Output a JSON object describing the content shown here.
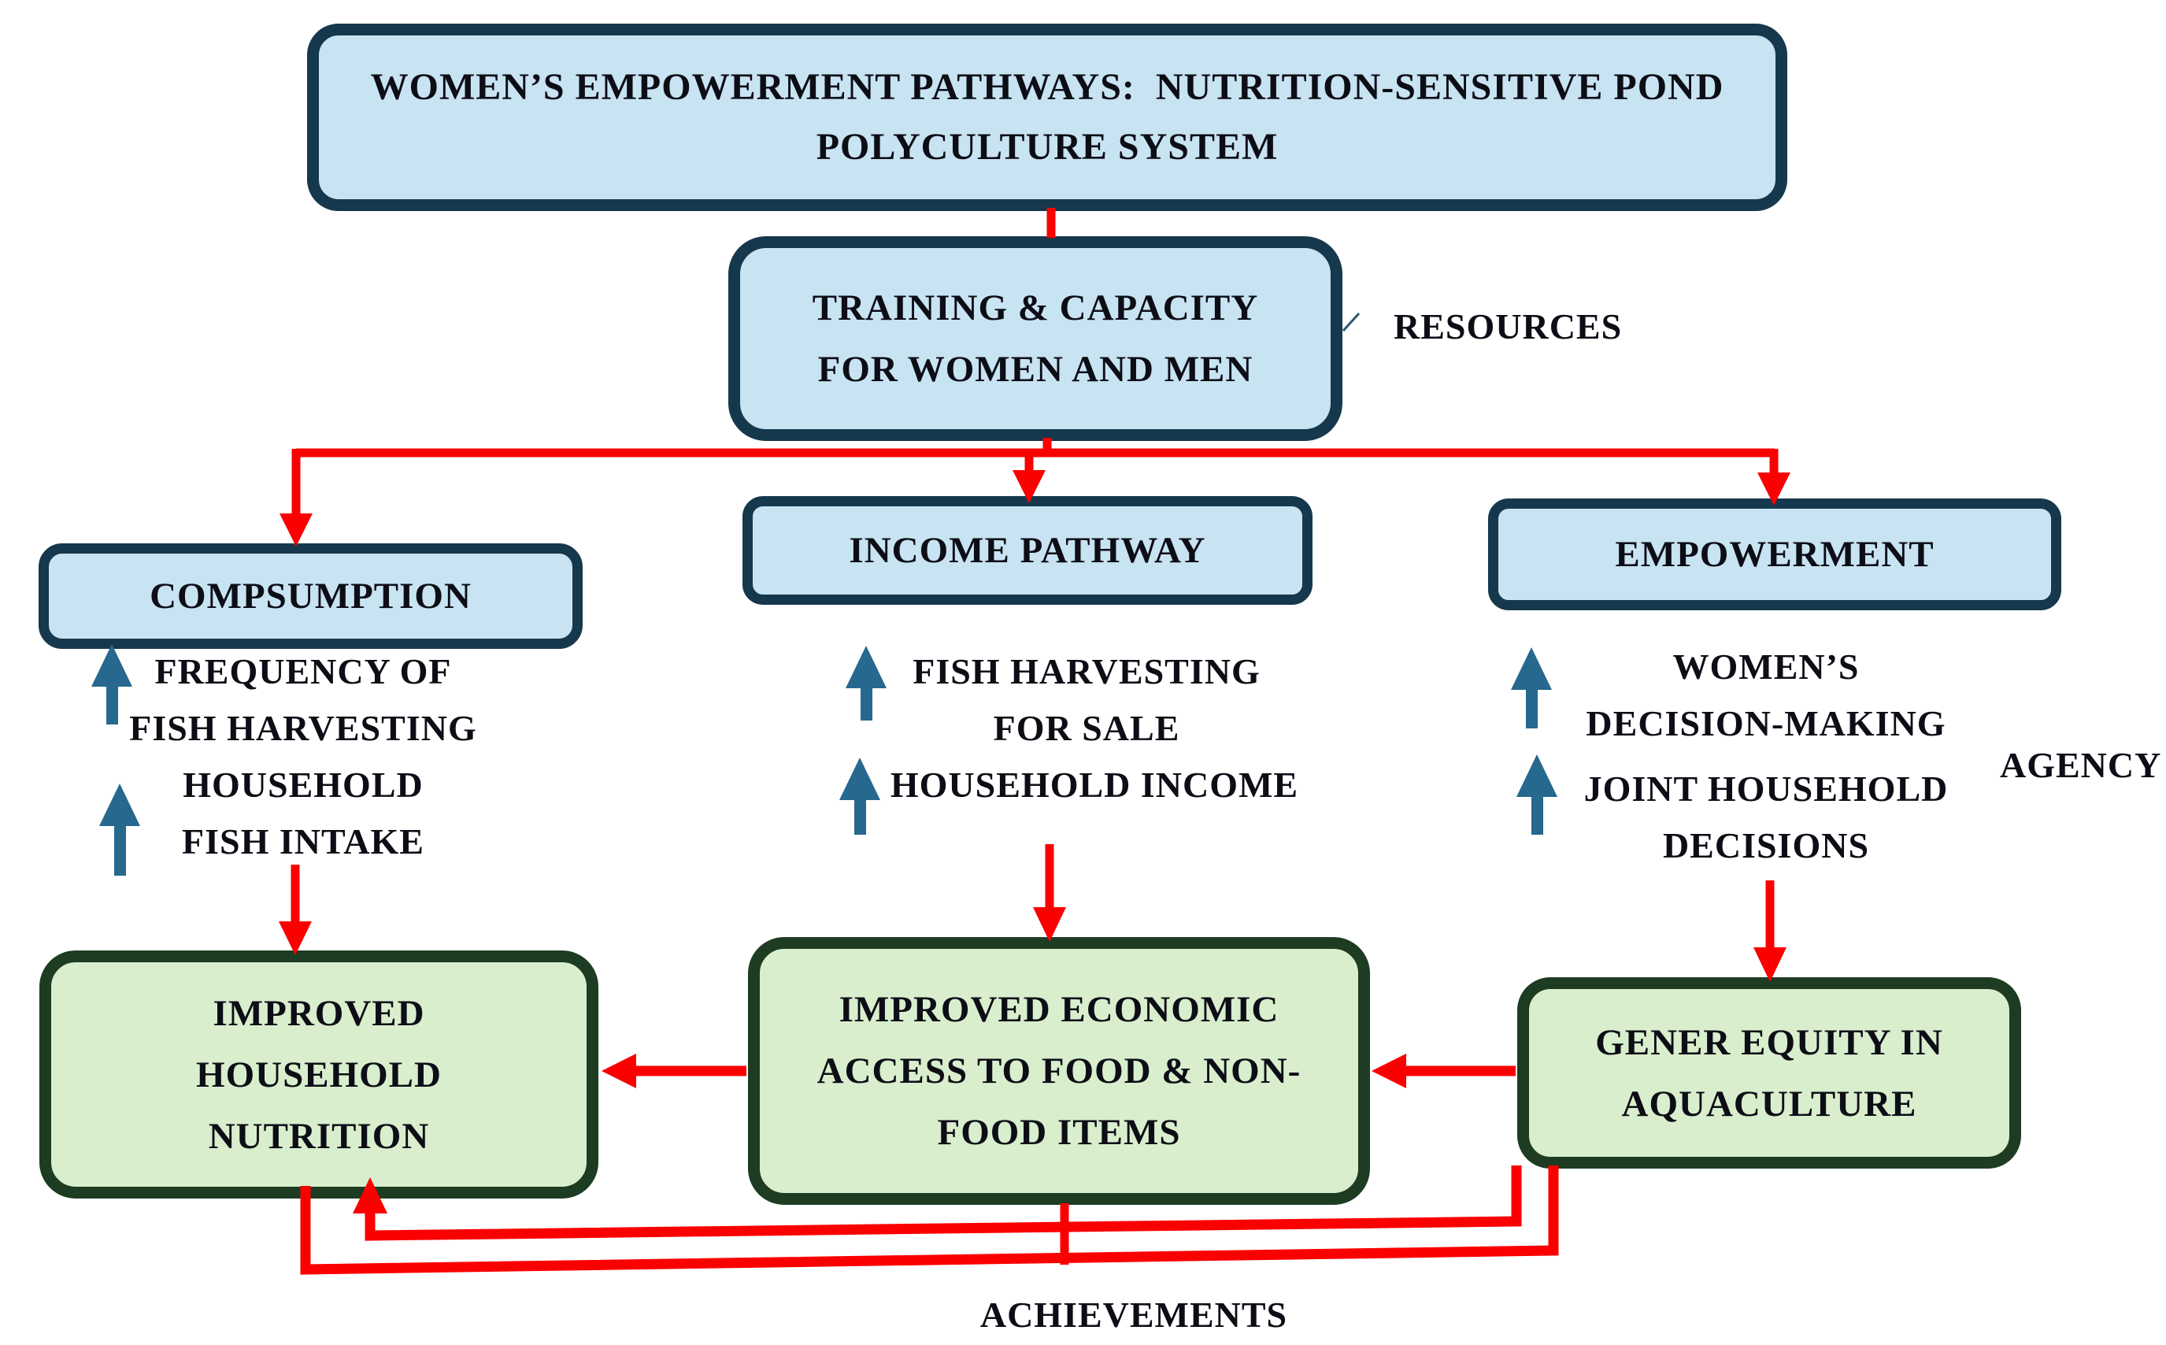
{
  "colors": {
    "pathway_box_fill": "#c8e3f2",
    "pathway_box_border": "#16384c",
    "outcome_box_fill": "#d8eecd",
    "outcome_box_border": "#1d3c22",
    "connector_red": "#fb0000",
    "increase_arrow_blue": "#26688e",
    "text": "#0d0d16",
    "background": "#ffffff"
  },
  "title_box": {
    "line1": "WOMEN’S EMPOWERMENT PATHWAYS:  NUTRITION-SENSITIVE POND",
    "line2": "POLYCULTURE SYSTEM"
  },
  "training_box": {
    "line1": "TRAINING & CAPACITY",
    "line2": "FOR WOMEN AND MEN"
  },
  "labels": {
    "resources": "RESOURCES",
    "agency": "AGENCY",
    "achievements": "ACHIEVEMENTS"
  },
  "pathway_boxes": {
    "consumption": "COMPSUMPTION",
    "income": "INCOME PATHWAY",
    "empowerment": "EMPOWERMENT"
  },
  "indicators": {
    "consumption": {
      "i1_line1": "FREQUENCY OF",
      "i1_line2": "FISH HARVESTING",
      "i2_line1": "HOUSEHOLD",
      "i2_line2": "FISH INTAKE"
    },
    "income": {
      "i1_line1": "FISH HARVESTING",
      "i1_line2": "FOR SALE",
      "i2_line1": "HOUSEHOLD INCOME"
    },
    "empowerment": {
      "i1_line1": "WOMEN’S",
      "i1_line2": "DECISION-MAKING",
      "i2_line1": "JOINT HOUSEHOLD",
      "i2_line2": "DECISIONS"
    }
  },
  "outcome_boxes": {
    "nutrition": {
      "line1": "IMPROVED",
      "line2": "HOUSEHOLD",
      "line3": "NUTRITION"
    },
    "economic": {
      "line1": "IMPROVED ECONOMIC",
      "line2": "ACCESS TO FOOD & NON-",
      "line3": "FOOD ITEMS"
    },
    "gender": {
      "line1": "GENER EQUITY IN",
      "line2": "AQUACULTURE"
    }
  }
}
